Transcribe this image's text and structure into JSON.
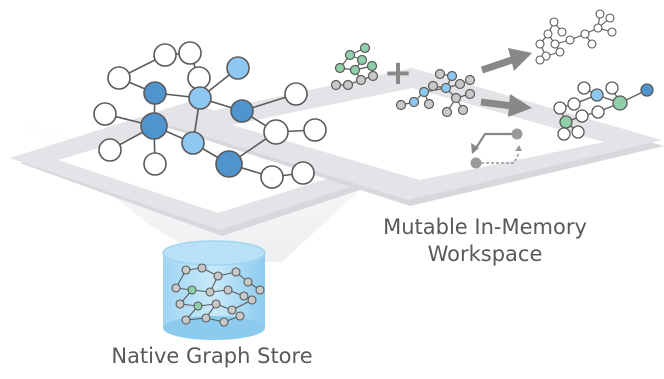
{
  "captions": {
    "graph_store": "Native Graph Store",
    "workspace_line1": "Mutable In-Memory",
    "workspace_line2": "Workspace"
  },
  "symbols": {
    "plus": "+",
    "arrow_icon": "arrow-right-icon",
    "mutation_icon": "update-cycle-icon"
  },
  "colors": {
    "node_white": "#ffffff",
    "node_light_blue": "#8ec8f0",
    "node_dark_blue": "#4f94cd",
    "node_green": "#8fd0a8",
    "node_gray": "#c8c8c8",
    "edge": "#5a5a5a",
    "platform": "#e2e2e6",
    "cylinder": "#7cc3eb",
    "arrow": "#888888",
    "text": "#58595b"
  }
}
